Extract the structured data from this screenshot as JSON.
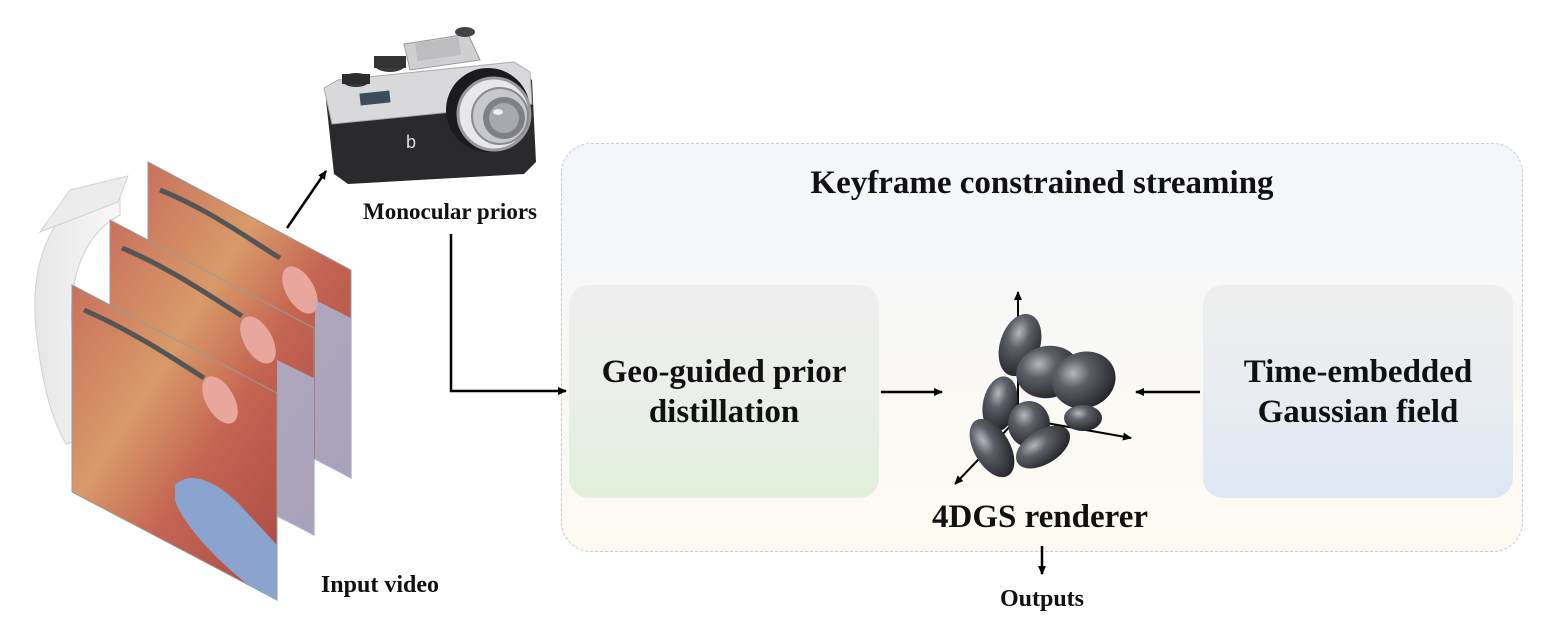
{
  "labels": {
    "stream_title": "Keyframe constrained streaming",
    "geo_module": "Geo-guided prior distillation",
    "time_module": "Time-embedded Gaussian field",
    "renderer": "4DGS renderer",
    "outputs": "Outputs",
    "input_video": "Input video",
    "monocular_priors": "Monocular priors"
  },
  "icons": {
    "camera": "camera-icon",
    "video_frames": "video-frames-icon",
    "gaussians": "gaussian-ellipsoids-icon",
    "rotation_arrow": "rotation-arrow-icon"
  },
  "colors": {
    "panel_top": "#f3f6fb",
    "panel_bottom": "#fdfaf1",
    "geo_bottom": "#e0f0da",
    "time_bottom": "#dde8f5",
    "arrow": "#000000"
  }
}
